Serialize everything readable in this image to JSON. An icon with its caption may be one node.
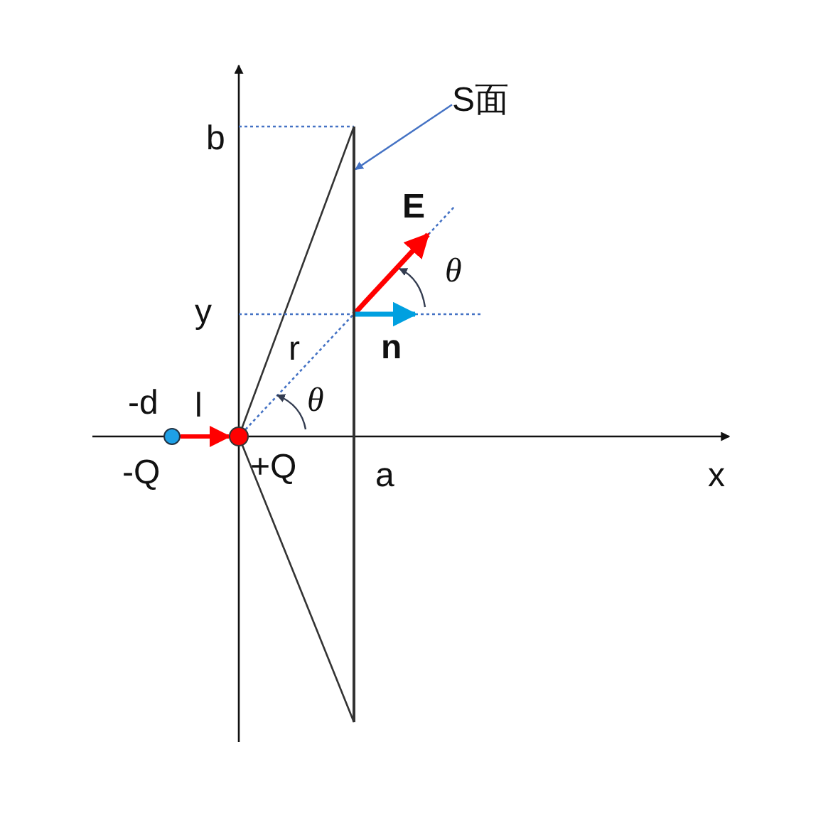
{
  "diagram": {
    "nodes": [
      {
        "text": [
          "S面"
        ]
      },
      {
        "text": [],
        "shape": "bar"
      },
      {
        "text": [],
        "shape": "circle",
        "beside": [
          "-Q"
        ]
      },
      {
        "text": [],
        "shape": "circle",
        "beside": [
          "+Q"
        ]
      }
    ],
    "edges": [
      {
        "from": 0,
        "to": 1,
        "arrow": "to",
        "color": "#4472c4"
      },
      {
        "from": 2,
        "to": 3,
        "arrow": "to",
        "label": "l",
        "style": "thick",
        "color": "#ff0000"
      }
    ],
    "labels": [
      "b",
      "E",
      "θ",
      "y",
      "r",
      "n",
      "-d",
      "θ",
      "a",
      "x"
    ]
  }
}
